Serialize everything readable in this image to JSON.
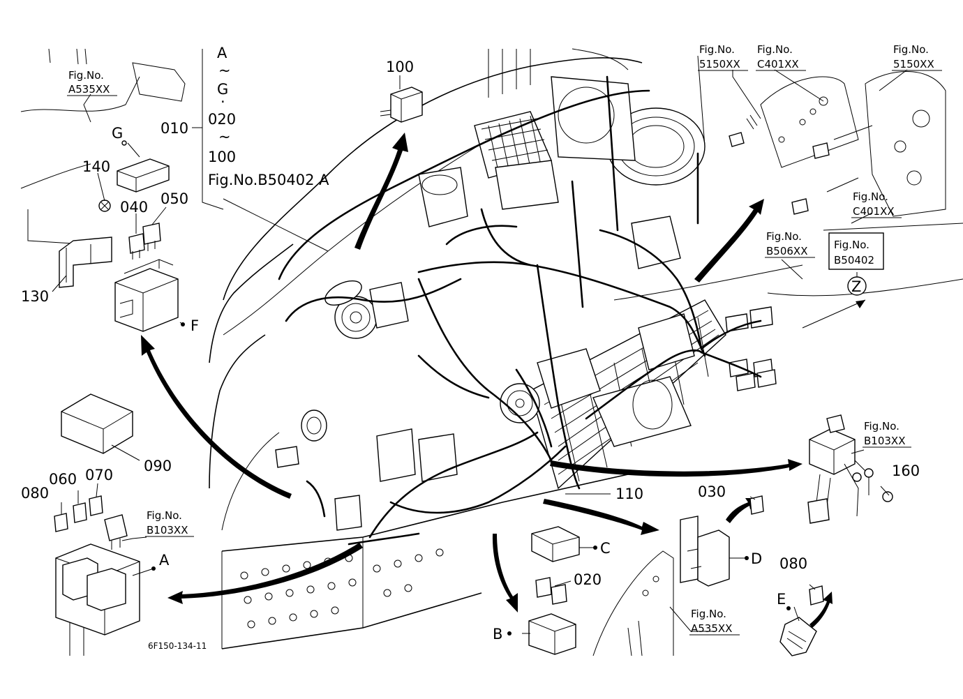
{
  "diagram": {
    "footer_code": "6F150-134-11",
    "range_block": {
      "lines": [
        "A",
        "~",
        "G",
        "·",
        "020",
        "~",
        "100"
      ],
      "item": "010",
      "fig_ref": "Fig.No.B50402  A"
    },
    "part_numbers": {
      "p020": "020",
      "p030": "030",
      "p040": "040",
      "p050": "050",
      "p060": "060",
      "p070": "070",
      "p080a": "080",
      "p080b": "080",
      "p090": "090",
      "p100": "100",
      "p110": "110",
      "p130": "130",
      "p140": "140",
      "p160": "160"
    },
    "letters": {
      "A": "A",
      "B": "B",
      "C": "C",
      "D": "D",
      "E": "E",
      "F": "F",
      "G": "G",
      "Z": "Z"
    },
    "fig_refs": {
      "a535_top": {
        "label": "Fig.No.",
        "code": "A535XX"
      },
      "a535_bot": {
        "label": "Fig.No.",
        "code": "A535XX"
      },
      "b103_left": {
        "label": "Fig.No.",
        "code": "B103XX"
      },
      "b103_right": {
        "label": "Fig.No.",
        "code": "B103XX"
      },
      "s5150_a": {
        "label": "Fig.No.",
        "code": "5150XX"
      },
      "c401_a": {
        "label": "Fig.No.",
        "code": "C401XX"
      },
      "s5150_b": {
        "label": "Fig.No.",
        "code": "5150XX"
      },
      "c401_b": {
        "label": "Fig.No.",
        "code": "C401XX"
      },
      "b506": {
        "label": "Fig.No.",
        "code": "B506XX"
      },
      "b50402": {
        "label": "Fig.No.",
        "code": "B50402"
      }
    }
  }
}
